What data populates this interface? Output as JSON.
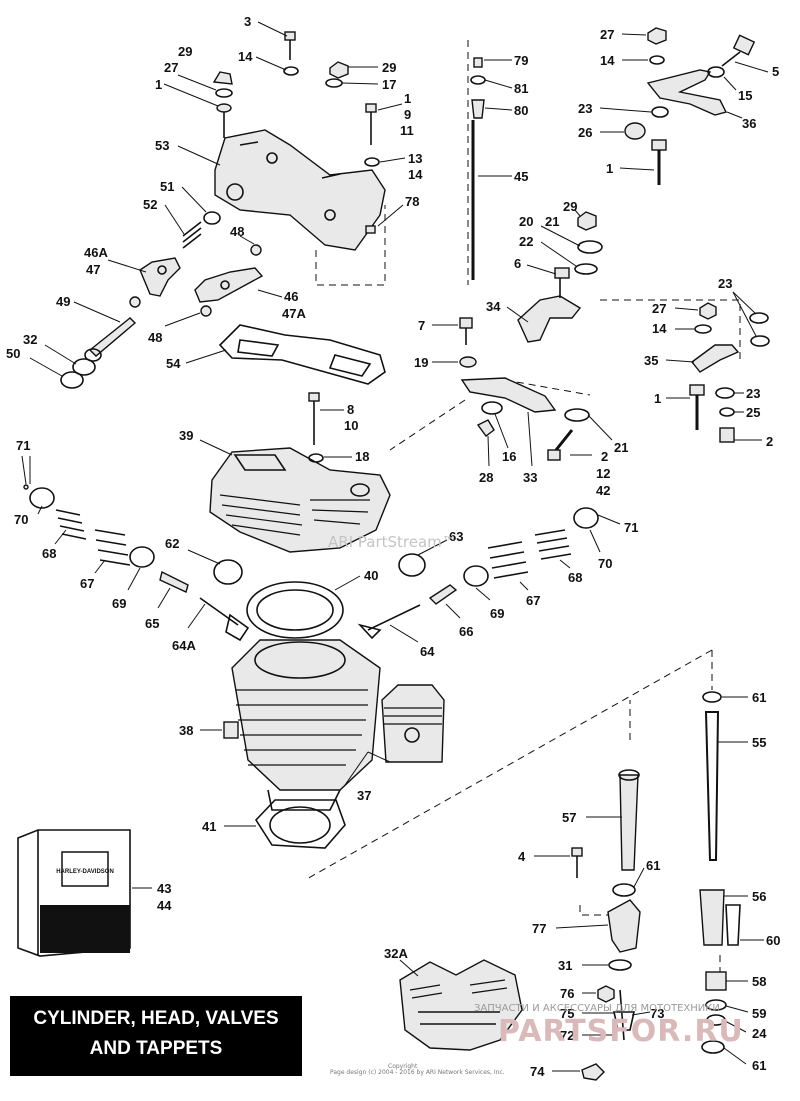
{
  "title": {
    "line1": "CYLINDER, HEAD, VALVES",
    "line2": "AND TAPPETS"
  },
  "watermarks": {
    "partstream": "ARI PartStream™",
    "ru_text": "ЗАПЧАСТИ И АКСЕССУАРЫ ДЛЯ МОТОТЕХНИКИ",
    "ru_logo": "PARTSFOR.RU"
  },
  "copyright": {
    "line1": "Copyright",
    "line2": "Page design (c) 2004 - 2016 by ARI Network Services, Inc."
  },
  "brand_box": {
    "label": "HARLEY-DAVIDSON"
  },
  "callouts": [
    {
      "id": "c3",
      "text": "3"
    },
    {
      "id": "c14a",
      "text": "14"
    },
    {
      "id": "c29a",
      "text": "29"
    },
    {
      "id": "c27a",
      "text": "27"
    },
    {
      "id": "c1a",
      "text": "1"
    },
    {
      "id": "c29b",
      "text": "29"
    },
    {
      "id": "c17",
      "text": "17"
    },
    {
      "id": "c1b",
      "text": "1"
    },
    {
      "id": "c9",
      "text": "9"
    },
    {
      "id": "c11",
      "text": "11"
    },
    {
      "id": "c13",
      "text": "13"
    },
    {
      "id": "c14b",
      "text": "14"
    },
    {
      "id": "c53",
      "text": "53"
    },
    {
      "id": "c51",
      "text": "51"
    },
    {
      "id": "c52",
      "text": "52"
    },
    {
      "id": "c78",
      "text": "78"
    },
    {
      "id": "c79",
      "text": "79"
    },
    {
      "id": "c81",
      "text": "81"
    },
    {
      "id": "c80",
      "text": "80"
    },
    {
      "id": "c45",
      "text": "45"
    },
    {
      "id": "c27b",
      "text": "27"
    },
    {
      "id": "c14c",
      "text": "14"
    },
    {
      "id": "c5",
      "text": "5"
    },
    {
      "id": "c15",
      "text": "15"
    },
    {
      "id": "c23a",
      "text": "23"
    },
    {
      "id": "c36",
      "text": "36"
    },
    {
      "id": "c26",
      "text": "26"
    },
    {
      "id": "c1c",
      "text": "1"
    },
    {
      "id": "c46a1",
      "text": "46A"
    },
    {
      "id": "c47a",
      "text": "47"
    },
    {
      "id": "c48a",
      "text": "48"
    },
    {
      "id": "c46",
      "text": "46"
    },
    {
      "id": "c47A",
      "text": "47A"
    },
    {
      "id": "c49",
      "text": "49"
    },
    {
      "id": "c48b",
      "text": "48"
    },
    {
      "id": "c32",
      "text": "32"
    },
    {
      "id": "c50",
      "text": "50"
    },
    {
      "id": "c54",
      "text": "54"
    },
    {
      "id": "c20",
      "text": "20"
    },
    {
      "id": "c21a",
      "text": "21"
    },
    {
      "id": "c22",
      "text": "22"
    },
    {
      "id": "c29c",
      "text": "29"
    },
    {
      "id": "c6",
      "text": "6"
    },
    {
      "id": "c34",
      "text": "34"
    },
    {
      "id": "c7",
      "text": "7"
    },
    {
      "id": "c19",
      "text": "19"
    },
    {
      "id": "c27c",
      "text": "27"
    },
    {
      "id": "c23b",
      "text": "23"
    },
    {
      "id": "c14d",
      "text": "14"
    },
    {
      "id": "c35",
      "text": "35"
    },
    {
      "id": "c1d",
      "text": "1"
    },
    {
      "id": "c23c",
      "text": "23"
    },
    {
      "id": "c25",
      "text": "25"
    },
    {
      "id": "c2a",
      "text": "2"
    },
    {
      "id": "c8",
      "text": "8"
    },
    {
      "id": "c10",
      "text": "10"
    },
    {
      "id": "c18",
      "text": "18"
    },
    {
      "id": "c39",
      "text": "39"
    },
    {
      "id": "c28",
      "text": "28"
    },
    {
      "id": "c16",
      "text": "16"
    },
    {
      "id": "c33",
      "text": "33"
    },
    {
      "id": "c21b",
      "text": "21"
    },
    {
      "id": "c2b",
      "text": "2"
    },
    {
      "id": "c12",
      "text": "12"
    },
    {
      "id": "c42",
      "text": "42"
    },
    {
      "id": "c71a",
      "text": "71"
    },
    {
      "id": "c70a",
      "text": "70"
    },
    {
      "id": "c68a",
      "text": "68"
    },
    {
      "id": "c67a",
      "text": "67"
    },
    {
      "id": "c62",
      "text": "62"
    },
    {
      "id": "c69a",
      "text": "69"
    },
    {
      "id": "c65",
      "text": "65"
    },
    {
      "id": "c64A",
      "text": "64A"
    },
    {
      "id": "c63",
      "text": "63"
    },
    {
      "id": "c71b",
      "text": "71"
    },
    {
      "id": "c70b",
      "text": "70"
    },
    {
      "id": "c68b",
      "text": "68"
    },
    {
      "id": "c67b",
      "text": "67"
    },
    {
      "id": "c69b",
      "text": "69"
    },
    {
      "id": "c66",
      "text": "66"
    },
    {
      "id": "c40",
      "text": "40"
    },
    {
      "id": "c64",
      "text": "64"
    },
    {
      "id": "c38",
      "text": "38"
    },
    {
      "id": "c37",
      "text": "37"
    },
    {
      "id": "c41",
      "text": "41"
    },
    {
      "id": "c61a",
      "text": "61"
    },
    {
      "id": "c55",
      "text": "55"
    },
    {
      "id": "c57",
      "text": "57"
    },
    {
      "id": "c4",
      "text": "4"
    },
    {
      "id": "c61b",
      "text": "61"
    },
    {
      "id": "c56",
      "text": "56"
    },
    {
      "id": "c77",
      "text": "77"
    },
    {
      "id": "c60",
      "text": "60"
    },
    {
      "id": "c43",
      "text": "43"
    },
    {
      "id": "c44",
      "text": "44"
    },
    {
      "id": "c32A",
      "text": "32A"
    },
    {
      "id": "c31",
      "text": "31"
    },
    {
      "id": "c58",
      "text": "58"
    },
    {
      "id": "c76",
      "text": "76"
    },
    {
      "id": "c75",
      "text": "75"
    },
    {
      "id": "c73",
      "text": "73"
    },
    {
      "id": "c59",
      "text": "59"
    },
    {
      "id": "c72",
      "text": "72"
    },
    {
      "id": "c24",
      "text": "24"
    },
    {
      "id": "c61c",
      "text": "61"
    },
    {
      "id": "c74",
      "text": "74"
    }
  ]
}
